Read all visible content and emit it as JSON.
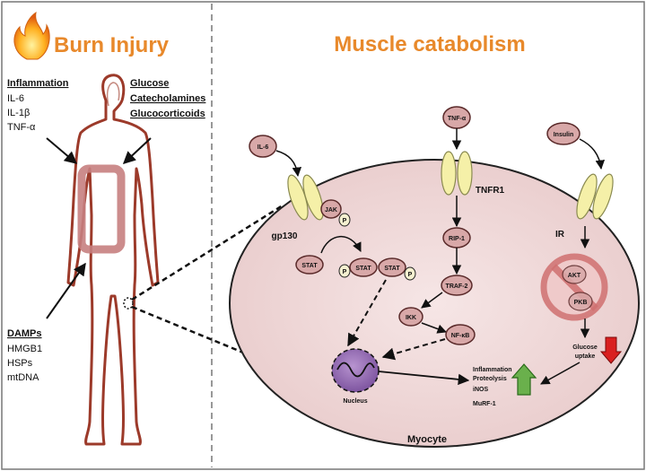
{
  "left_panel": {
    "title": "Burn Injury",
    "inflammation": {
      "header": "Inflammation",
      "items": [
        "IL-6",
        "IL-1β",
        "TNF-α"
      ]
    },
    "glucose": {
      "header_lines": [
        "Glucose",
        "Catecholamines",
        "Glucocorticoids"
      ]
    },
    "damps": {
      "header": "DAMPs",
      "items": [
        "HMGB1",
        "HSPs",
        "mtDNA"
      ]
    }
  },
  "right_panel": {
    "title": "Muscle catabolism",
    "il6_pathway": {
      "ligand": "IL-6",
      "receptor": "gp130",
      "jak": "JAK",
      "p": "P",
      "stat": "STAT"
    },
    "tnf_pathway": {
      "ligand": "TNF-α",
      "receptor": "TNFR1",
      "rip1": "RIP-1",
      "traf2": "TRAF-2",
      "ikk": "IKK",
      "nfkb": "NF-κB"
    },
    "insulin_pathway": {
      "ligand": "Insulin",
      "receptor": "IR",
      "akt": "AKT",
      "pkb": "PKB",
      "glucose_uptake_lines": [
        "Glucose",
        "uptake"
      ]
    },
    "nucleus": "Nucleus",
    "outputs": [
      "Inflammation",
      "Proteolysis",
      "iNOS",
      "MuRF-1"
    ],
    "cell_label": "Myocyte"
  },
  "colors": {
    "title_orange": "#e8892b",
    "node_fill": "#d8a8a8",
    "node_stroke": "#5a2a2a",
    "cell_fill": "#f0dcdc",
    "receptor_fill": "#f5f0a8",
    "nucleus_fill": "#9a6cb8",
    "up_arrow": "#6ab04c",
    "down_arrow": "#d92020",
    "body_outline": "#9c3a2a"
  }
}
